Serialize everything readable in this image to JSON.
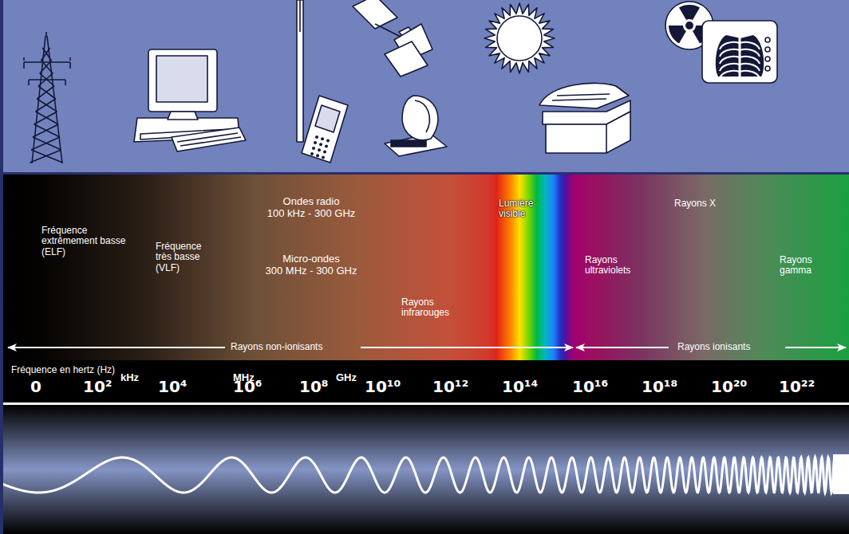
{
  "diagram": {
    "labels": [
      "Fréquence extrêmement basse (ELF)",
      "Fréquence très basse (VLF)",
      "Ondes radio",
      "100 kHz - 300 GHz",
      "Micro-ondes",
      "300 MHz - 300 GHz",
      "Rayons infrarouges",
      "Lumière visible",
      "Rayons X",
      "Rayons ultraviolets",
      "Rayons gamma",
      "Rayons non-ionisants",
      "Rayons ionisants",
      "Fréquence en hertz (Hz)",
      "kHz",
      "MHz",
      "GHz",
      "0",
      "10²",
      "10⁴",
      "10⁶",
      "10⁸",
      "10¹⁰",
      "10¹²",
      "10¹⁴",
      "10¹⁶",
      "10¹⁸",
      "10²⁰",
      "10²²"
    ]
  }
}
